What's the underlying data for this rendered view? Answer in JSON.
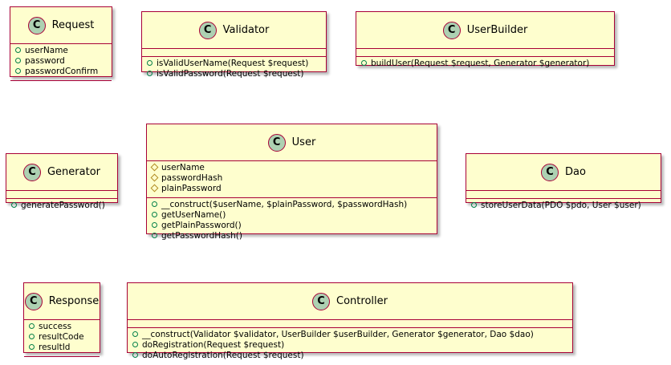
{
  "classes": [
    {
      "id": "request",
      "name": "Request",
      "stereotype_icon": "C",
      "attributes": [
        {
          "visibility": "public",
          "text": "userName"
        },
        {
          "visibility": "public",
          "text": "password"
        },
        {
          "visibility": "public",
          "text": "passwordConfirm"
        }
      ],
      "methods": []
    },
    {
      "id": "validator",
      "name": "Validator",
      "stereotype_icon": "C",
      "attributes": [],
      "methods": [
        {
          "visibility": "public",
          "text": "isValidUserName(Request $request)"
        },
        {
          "visibility": "public",
          "text": "isValidPassword(Request $request)"
        }
      ]
    },
    {
      "id": "userbuilder",
      "name": "UserBuilder",
      "stereotype_icon": "C",
      "attributes": [],
      "methods": [
        {
          "visibility": "public",
          "text": "buildUser(Request $request, Generator $generator)"
        }
      ]
    },
    {
      "id": "generator",
      "name": "Generator",
      "stereotype_icon": "C",
      "attributes": [],
      "methods": [
        {
          "visibility": "public",
          "text": "generatePassword()"
        }
      ]
    },
    {
      "id": "user",
      "name": "User",
      "stereotype_icon": "C",
      "attributes": [
        {
          "visibility": "protected",
          "text": "userName"
        },
        {
          "visibility": "protected",
          "text": "passwordHash"
        },
        {
          "visibility": "protected",
          "text": "plainPassword"
        }
      ],
      "methods": [
        {
          "visibility": "public",
          "text": "__construct($userName, $plainPassword, $passwordHash)"
        },
        {
          "visibility": "public",
          "text": "getUserName()"
        },
        {
          "visibility": "public",
          "text": "getPlainPassword()"
        },
        {
          "visibility": "public",
          "text": "getPasswordHash()"
        }
      ]
    },
    {
      "id": "dao",
      "name": "Dao",
      "stereotype_icon": "C",
      "attributes": [],
      "methods": [
        {
          "visibility": "public",
          "text": "storeUserData(PDO $pdo, User $user)"
        }
      ]
    },
    {
      "id": "response",
      "name": "Response",
      "stereotype_icon": "C",
      "attributes": [
        {
          "visibility": "public",
          "text": "success"
        },
        {
          "visibility": "public",
          "text": "resultCode"
        },
        {
          "visibility": "public",
          "text": "resultId"
        }
      ],
      "methods": []
    },
    {
      "id": "controller",
      "name": "Controller",
      "stereotype_icon": "C",
      "attributes": [],
      "methods": [
        {
          "visibility": "public",
          "text": "__construct(Validator $validator, UserBuilder $userBuilder, Generator $generator, Dao $dao)"
        },
        {
          "visibility": "public",
          "text": "doRegistration(Request $request)"
        },
        {
          "visibility": "public",
          "text": "doAutoRegistration(Request $request)"
        }
      ]
    }
  ],
  "colors": {
    "class_fill": "#fefece",
    "class_border": "#a80036",
    "badge_fill": "#add1b2",
    "public_marker": "#038048",
    "protected_marker": "#b38d22"
  }
}
